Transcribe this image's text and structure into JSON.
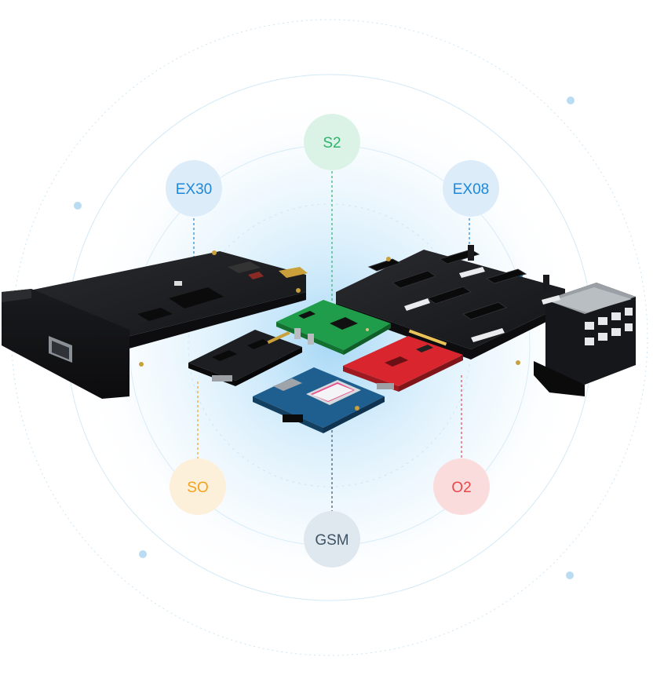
{
  "modules": {
    "s2": {
      "label": "S2",
      "color": "#2fb36b",
      "bg": "#dbf3e6"
    },
    "ex30": {
      "label": "EX30",
      "color": "#1e88d9",
      "bg": "#dcecf9"
    },
    "ex08": {
      "label": "EX08",
      "color": "#1e88d9",
      "bg": "#dcecf9"
    },
    "so": {
      "label": "SO",
      "color": "#f2a21e",
      "bg": "#fdf0da"
    },
    "o2": {
      "label": "O2",
      "color": "#e8474a",
      "bg": "#fbdcdc"
    },
    "gsm": {
      "label": "GSM",
      "color": "#3e5365",
      "bg": "#e0e8ef"
    }
  },
  "colors": {
    "accent": "#1e9be8",
    "ring": "#cfe8f7",
    "glow": "#bfe3f8",
    "board_dark": "#1c1d20",
    "board_green": "#1e9a4a",
    "board_red": "#d8262e",
    "board_blue": "#1d5f8e"
  }
}
